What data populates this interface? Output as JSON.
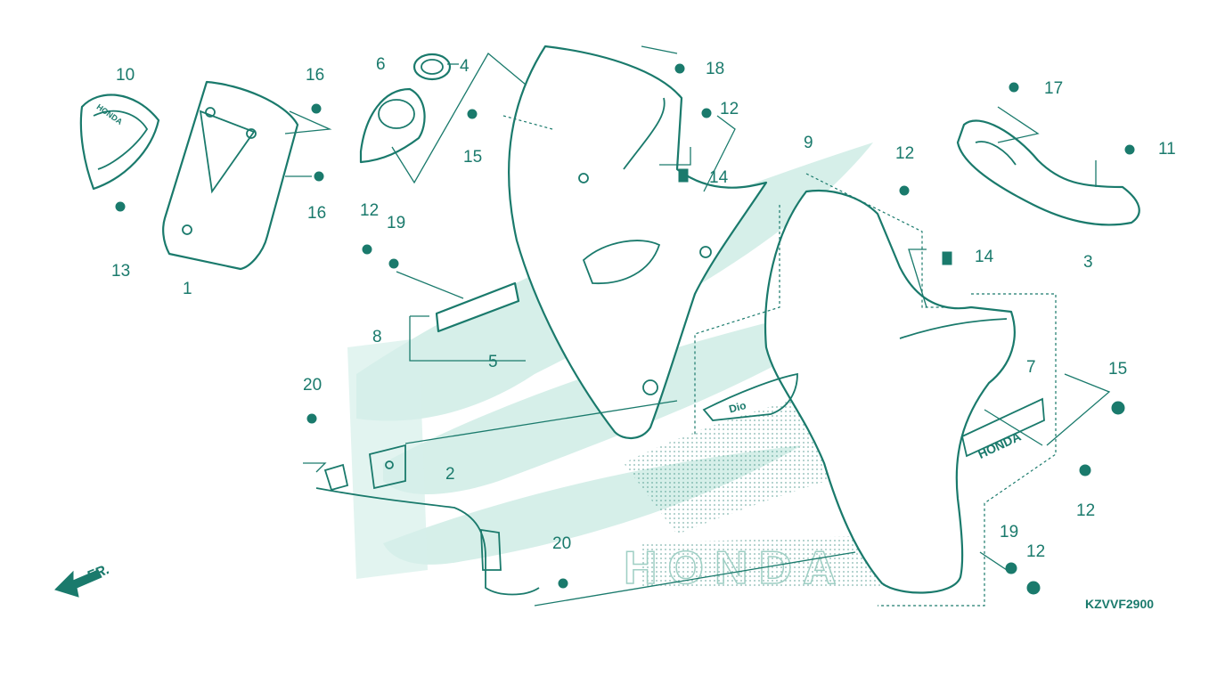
{
  "diagram": {
    "code": "KZVVF2900",
    "direction_label": "FR.",
    "emblem_honda": "HONDA",
    "watermark_text": "HONDA",
    "callouts": [
      "10",
      "1",
      "13",
      "16",
      "16",
      "6",
      "4",
      "18",
      "12",
      "15",
      "14",
      "12",
      "19",
      "8",
      "5",
      "9",
      "12",
      "14",
      "17",
      "11",
      "3",
      "7",
      "15",
      "12",
      "20",
      "2",
      "20",
      "19",
      "12"
    ],
    "colors": {
      "line": "#1a7a6c",
      "watermark": "#d6efe9"
    }
  }
}
